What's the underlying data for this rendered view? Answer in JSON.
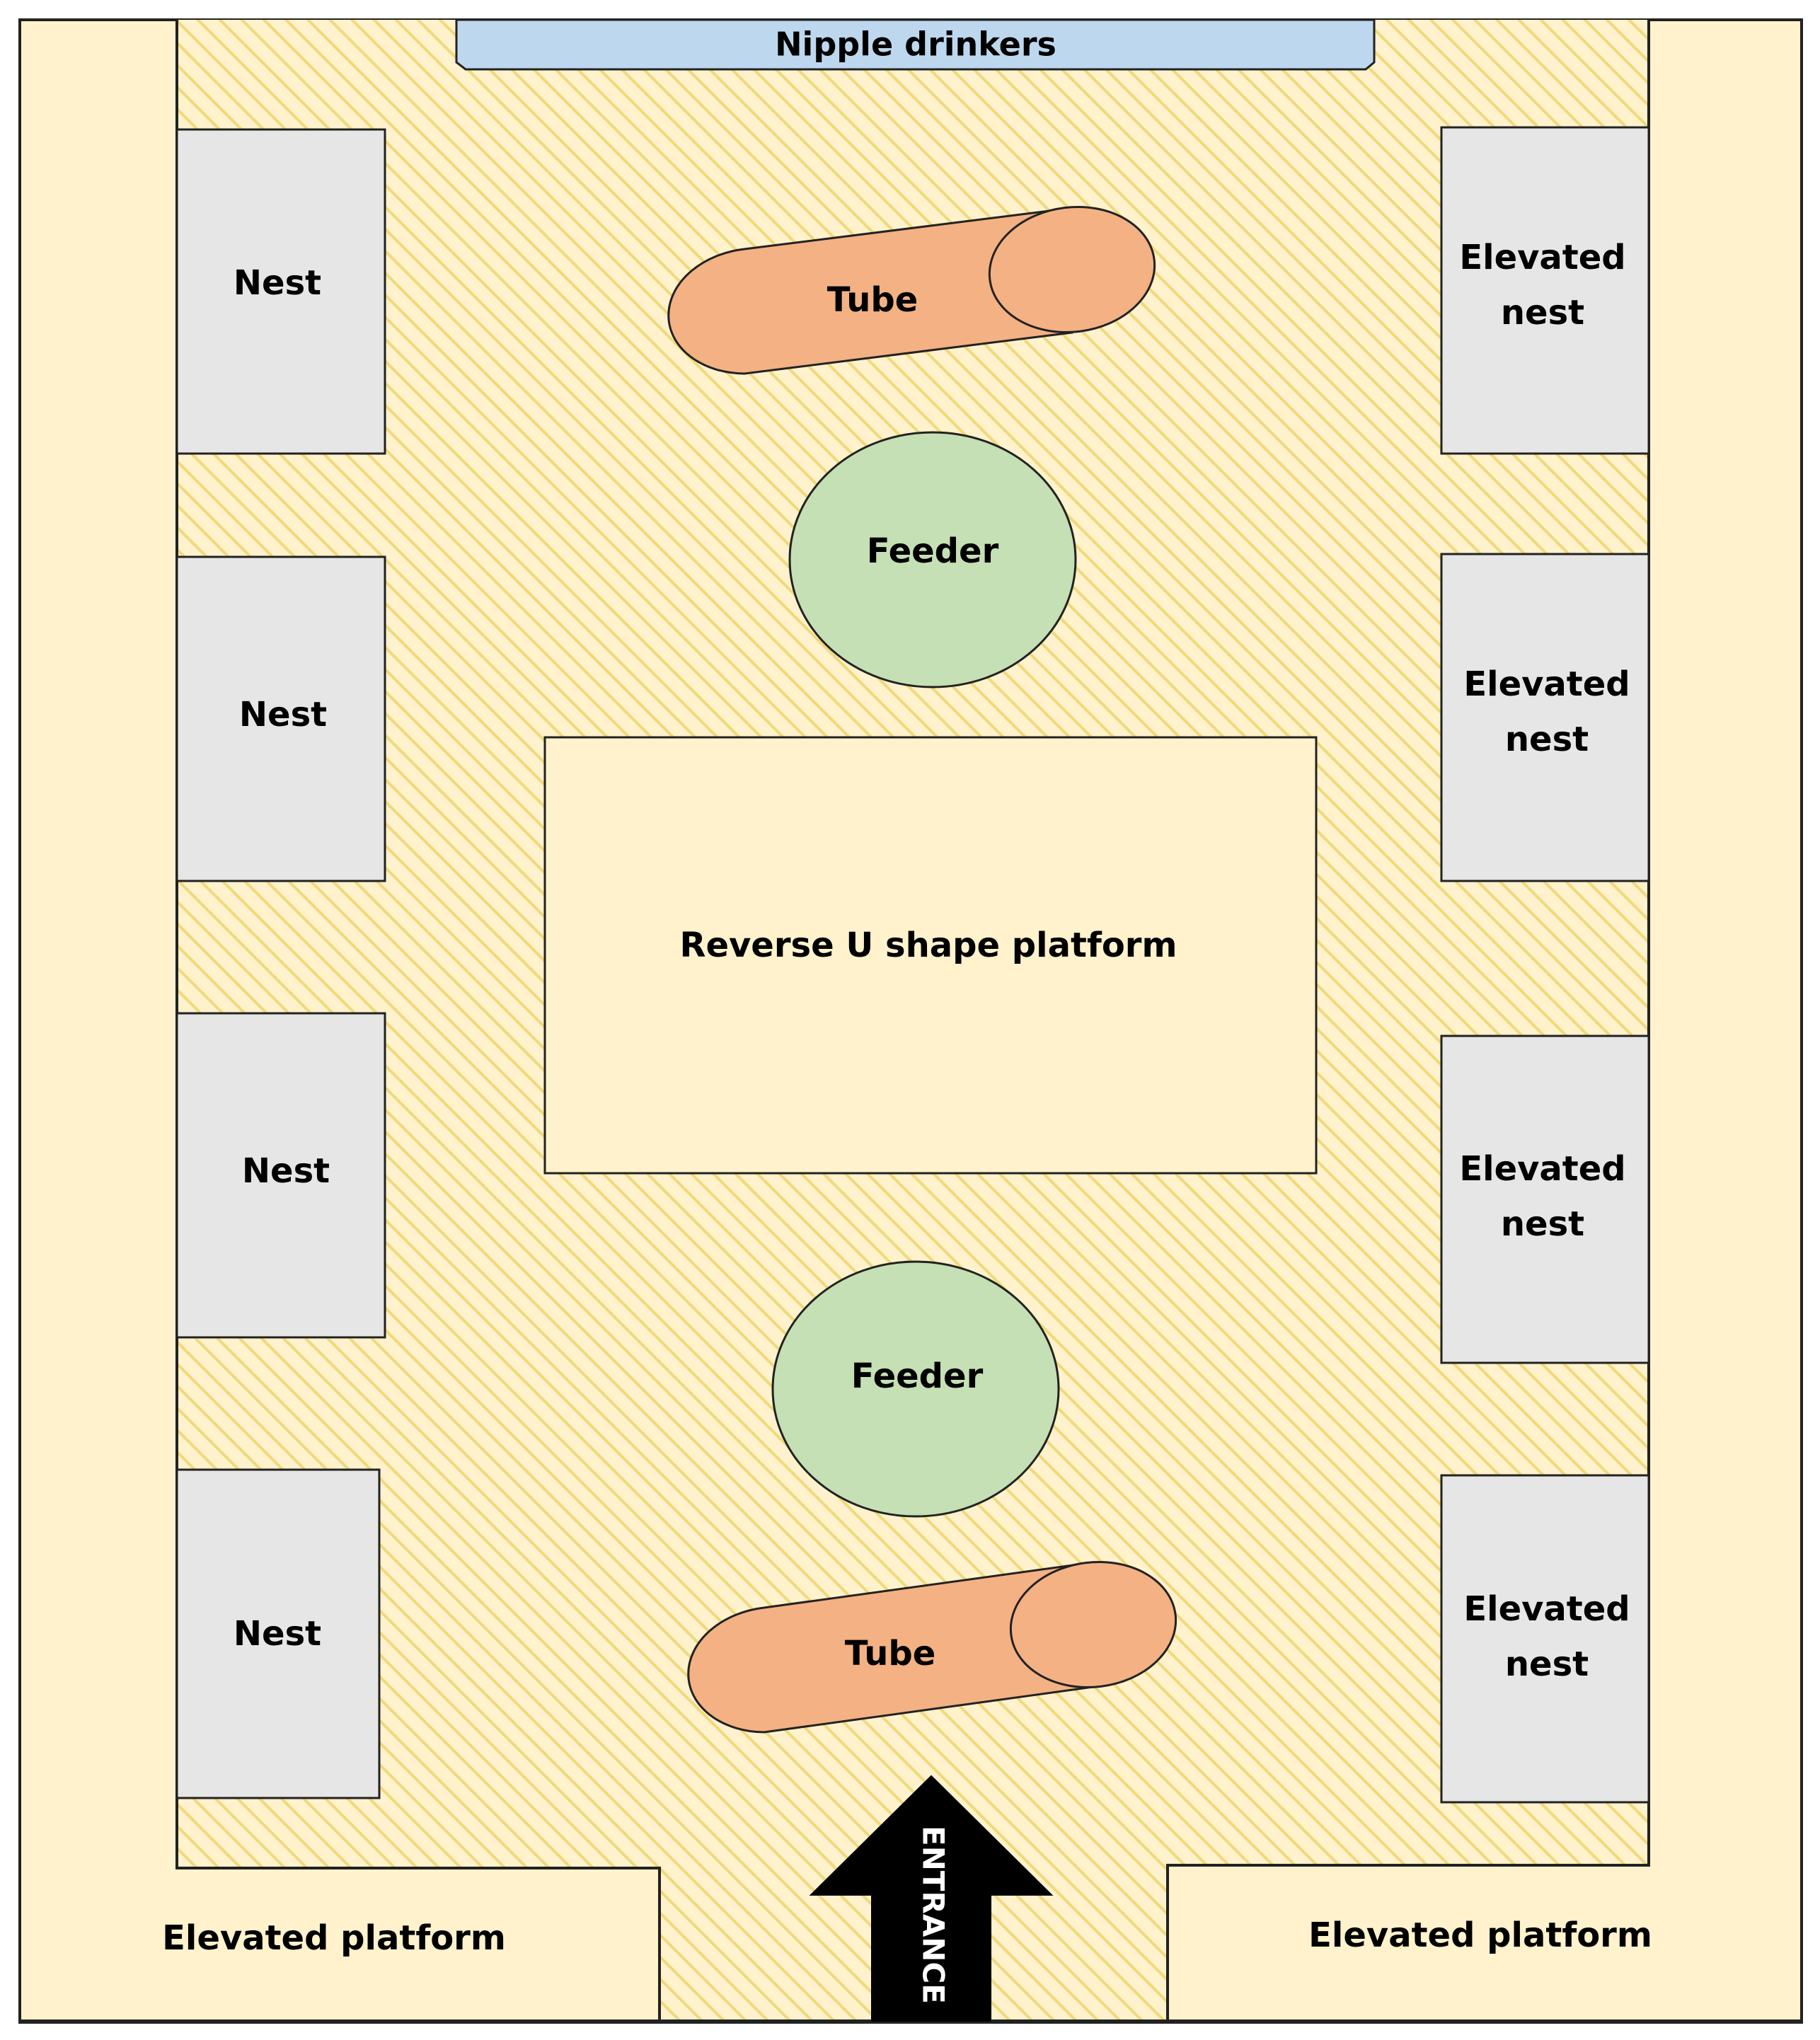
{
  "labels": {
    "drinkers": "Nipple drinkers",
    "nest": "Nest",
    "elevated_nest_line1": "Elevated",
    "elevated_nest_line2": "nest",
    "tube": "Tube",
    "feeder": "Feeder",
    "platform": "Reverse U shape platform",
    "elevated_platform": "Elevated platform",
    "entrance": "ENTRANCE"
  },
  "colors": {
    "floor": "#fff2cc",
    "hatch": "#f0d97a",
    "nest": "#e7e6e6",
    "drinkers": "#bdd7ee",
    "tube": "#f4b183",
    "feeder": "#c5e0b4",
    "platform": "#fff2cc",
    "arrow": "#000000"
  }
}
